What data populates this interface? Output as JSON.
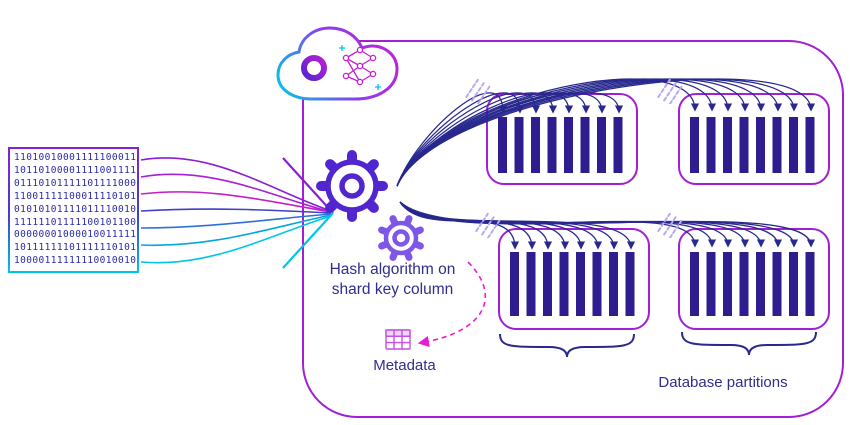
{
  "labels": {
    "hash_algorithm_line1": "Hash algorithm on",
    "hash_algorithm_line2": "shard key column",
    "metadata": "Metadata",
    "database_partitions": "Database partitions"
  },
  "binary": {
    "rows": [
      "11010010001111100011",
      "10110100001111001111",
      "01110101111101111000",
      "11001111100011110101",
      "01010101111011110010",
      "11111101111100101100",
      "00000001000010011111",
      "10111111101111110101",
      "10000111111110010010"
    ]
  },
  "partitions": {
    "count": 4,
    "columns_per_box": 8
  },
  "icons": {
    "cloud": "cloud-icon",
    "spiral": "spiral-icon",
    "network": "network-icon",
    "gear_large": "gear-large-icon",
    "gear_small": "gear-small-icon",
    "metadata_grid": "table-grid-icon",
    "stream": "incoming-data-icon"
  },
  "colors": {
    "purple": "#a21fd6",
    "cyan": "#00c6e6",
    "navy": "#28288f",
    "bar_indigo": "#2d1d8f",
    "pink_dashed": "#e61ed2",
    "gear_large": "#5226cf",
    "gear_small": "#7e57e8"
  }
}
